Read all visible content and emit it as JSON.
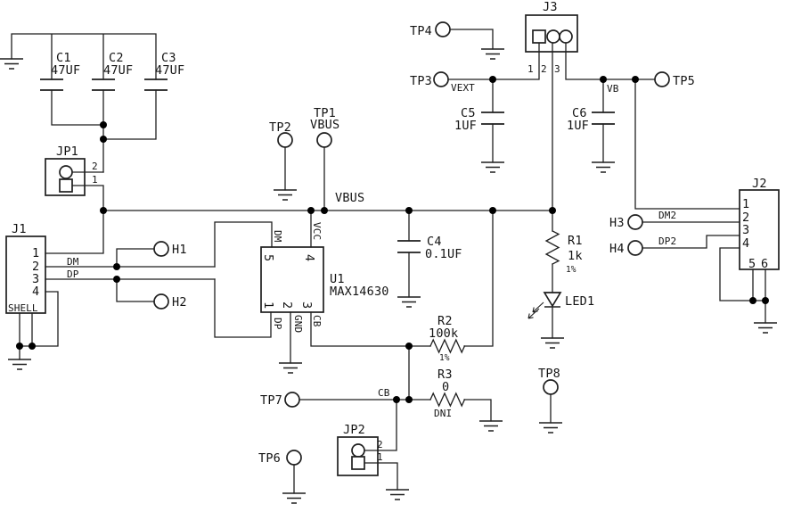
{
  "colors": {
    "background": "#ffffff",
    "ink": "#1f1f1f"
  },
  "components": {
    "C1": {
      "ref": "C1",
      "value": "47UF"
    },
    "C2": {
      "ref": "C2",
      "value": "47UF"
    },
    "C3": {
      "ref": "C3",
      "value": "47UF"
    },
    "C4": {
      "ref": "C4",
      "value": "0.1UF"
    },
    "C5": {
      "ref": "C5",
      "value": "1UF"
    },
    "C6": {
      "ref": "C6",
      "value": "1UF"
    },
    "R1": {
      "ref": "R1",
      "value": "1k",
      "tol": "1%"
    },
    "R2": {
      "ref": "R2",
      "value": "100k",
      "tol": "1%"
    },
    "R3": {
      "ref": "R3",
      "value": "0",
      "note": "DNI"
    },
    "LED1": {
      "ref": "LED1"
    },
    "U1": {
      "ref": "U1",
      "part": "MAX14630",
      "pin_numbers": {
        "p1": "1",
        "p2": "2",
        "p3": "3",
        "p4": "4",
        "p5": "5"
      },
      "pin_names": {
        "dm": "DM",
        "vcc": "VCC",
        "dp": "DP",
        "gnd": "GND",
        "cb": "CB"
      }
    }
  },
  "connectors": {
    "J1": {
      "ref": "J1",
      "pin1": "1",
      "pin2": "2",
      "pin3": "3",
      "pin4": "4",
      "shell": "SHELL"
    },
    "J2": {
      "ref": "J2",
      "pin1": "1",
      "pin2": "2",
      "pin3": "3",
      "pin4": "4",
      "pin5": "5",
      "pin6": "6"
    },
    "J3": {
      "ref": "J3",
      "pin1": "1",
      "pin2": "2",
      "pin3": "3"
    },
    "JP1": {
      "ref": "JP1",
      "pin1": "1",
      "pin2": "2"
    },
    "JP2": {
      "ref": "JP2",
      "pin1": "1",
      "pin2": "2"
    }
  },
  "test_points": {
    "TP1": {
      "ref": "TP1",
      "net": "VBUS"
    },
    "TP2": {
      "ref": "TP2"
    },
    "TP3": {
      "ref": "TP3"
    },
    "TP4": {
      "ref": "TP4"
    },
    "TP5": {
      "ref": "TP5"
    },
    "TP6": {
      "ref": "TP6"
    },
    "TP7": {
      "ref": "TP7"
    },
    "TP8": {
      "ref": "TP8"
    },
    "H1": {
      "ref": "H1"
    },
    "H2": {
      "ref": "H2"
    },
    "H3": {
      "ref": "H3"
    },
    "H4": {
      "ref": "H4"
    }
  },
  "net_labels": {
    "vbus": "VBUS",
    "vext": "VEXT",
    "vb": "VB",
    "cb": "CB",
    "dm": "DM",
    "dp": "DP",
    "dm2": "DM2",
    "dp2": "DP2"
  }
}
